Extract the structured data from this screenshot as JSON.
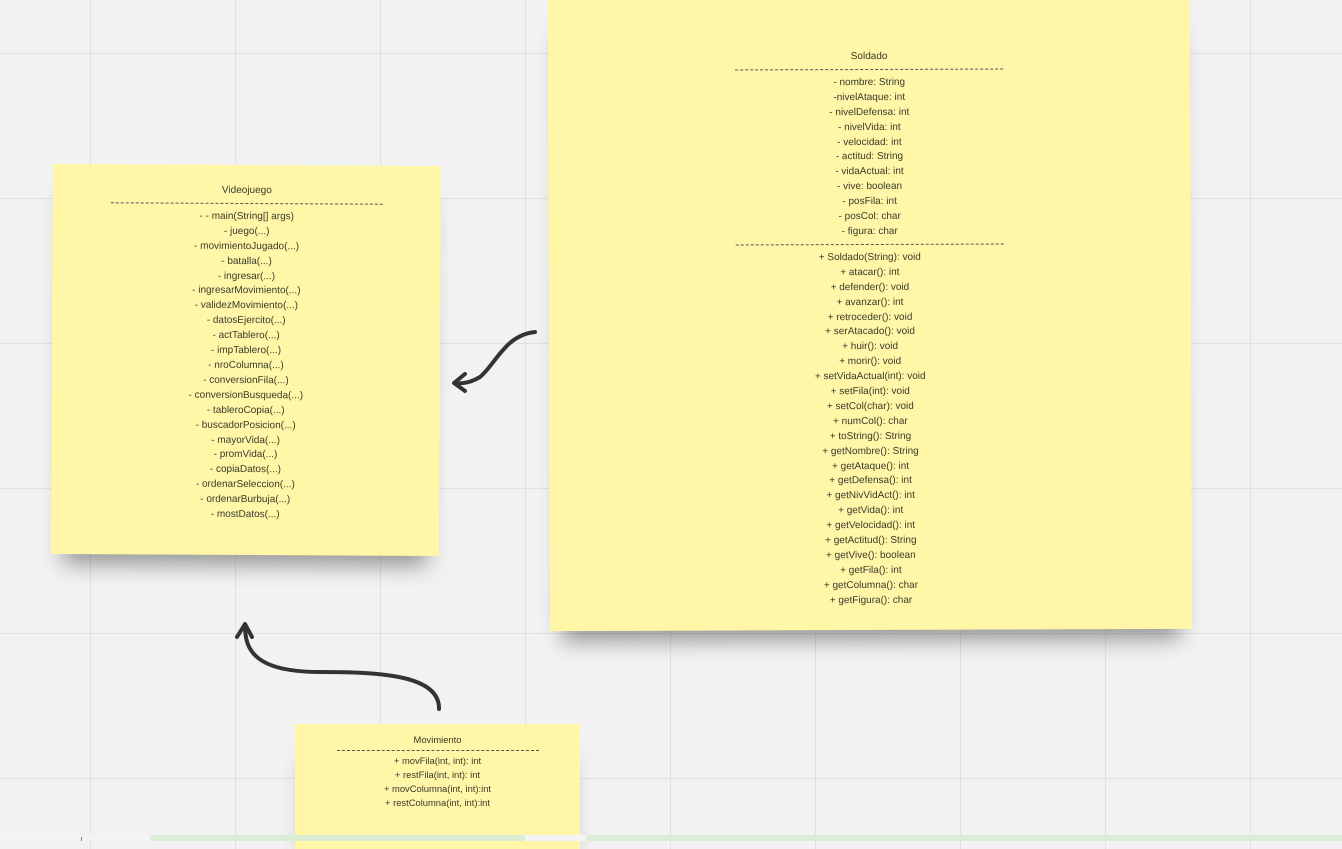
{
  "notes": {
    "videojuego": {
      "title": "Videojuego",
      "members": [
        "- - main(String[] args)",
        "- juego(...)",
        "- movimientoJugado(...)",
        "- batalla(...)",
        "- ingresar(...)",
        "- ingresarMovimiento(...)",
        "- validezMovimiento(...)",
        "- datosEjercito(...)",
        "- actTablero(...)",
        "- impTablero(...)",
        "- nroColumna(...)",
        "- conversionFila(...)",
        "- conversionBusqueda(...)",
        "- tableroCopia(...)",
        "- buscadorPosicion(...)",
        "- mayorVida(...)",
        "- promVida(...)",
        "- copiaDatos(...)",
        "- ordenarSeleccion(...)",
        "- ordenarBurbuja(...)",
        "- mostDatos(...)"
      ]
    },
    "soldado": {
      "title": "Soldado",
      "attributes": [
        "- nombre: String",
        "-nivelAtaque: int",
        "- nivelDefensa: int",
        "- nivelVida: int",
        "- velocidad: int",
        "- actitud: String",
        "- vidaActual: int",
        "- vive: boolean",
        "- posFila: int",
        "- posCol: char",
        "- figura: char"
      ],
      "methods": [
        "+ Soldado(String): void",
        "+ atacar(): int",
        "+ defender(): void",
        "+ avanzar(): int",
        "+ retroceder(): void",
        "+ serAtacado(): void",
        "+ huir(): void",
        "+ morir(): void",
        "+ setVidaActual(int): void",
        "+ setFila(int): void",
        "+ setCol(char): void",
        "+ numCol(): char",
        "+ toString(): String",
        "+ getNombre(): String",
        "+ getAtaque(): int",
        "+ getDefensa(): int",
        "+ getNivVidAct(): int",
        "+ getVida(): int",
        "+ getVelocidad(): int",
        "+ getActitud(): String",
        "+ getVive(): boolean",
        "+ getFila(): int",
        "+ getColumna(): char",
        "+ getFigura(): char"
      ]
    },
    "movimiento": {
      "title": "Movimiento",
      "methods": [
        "+ movFila(int, int): int",
        "+ restFila(int, int): int",
        "+ movColumna(int, int):int",
        "+ restColumna(int, int):int"
      ]
    }
  },
  "colors": {
    "note": "#fff6a8",
    "canvas": "#f2f2f2",
    "grid": "#e1e1e1",
    "connector": "#333333"
  },
  "connectors": [
    {
      "from": "Soldado",
      "to": "Videojuego"
    },
    {
      "from": "Movimiento",
      "to": "Videojuego"
    }
  ]
}
